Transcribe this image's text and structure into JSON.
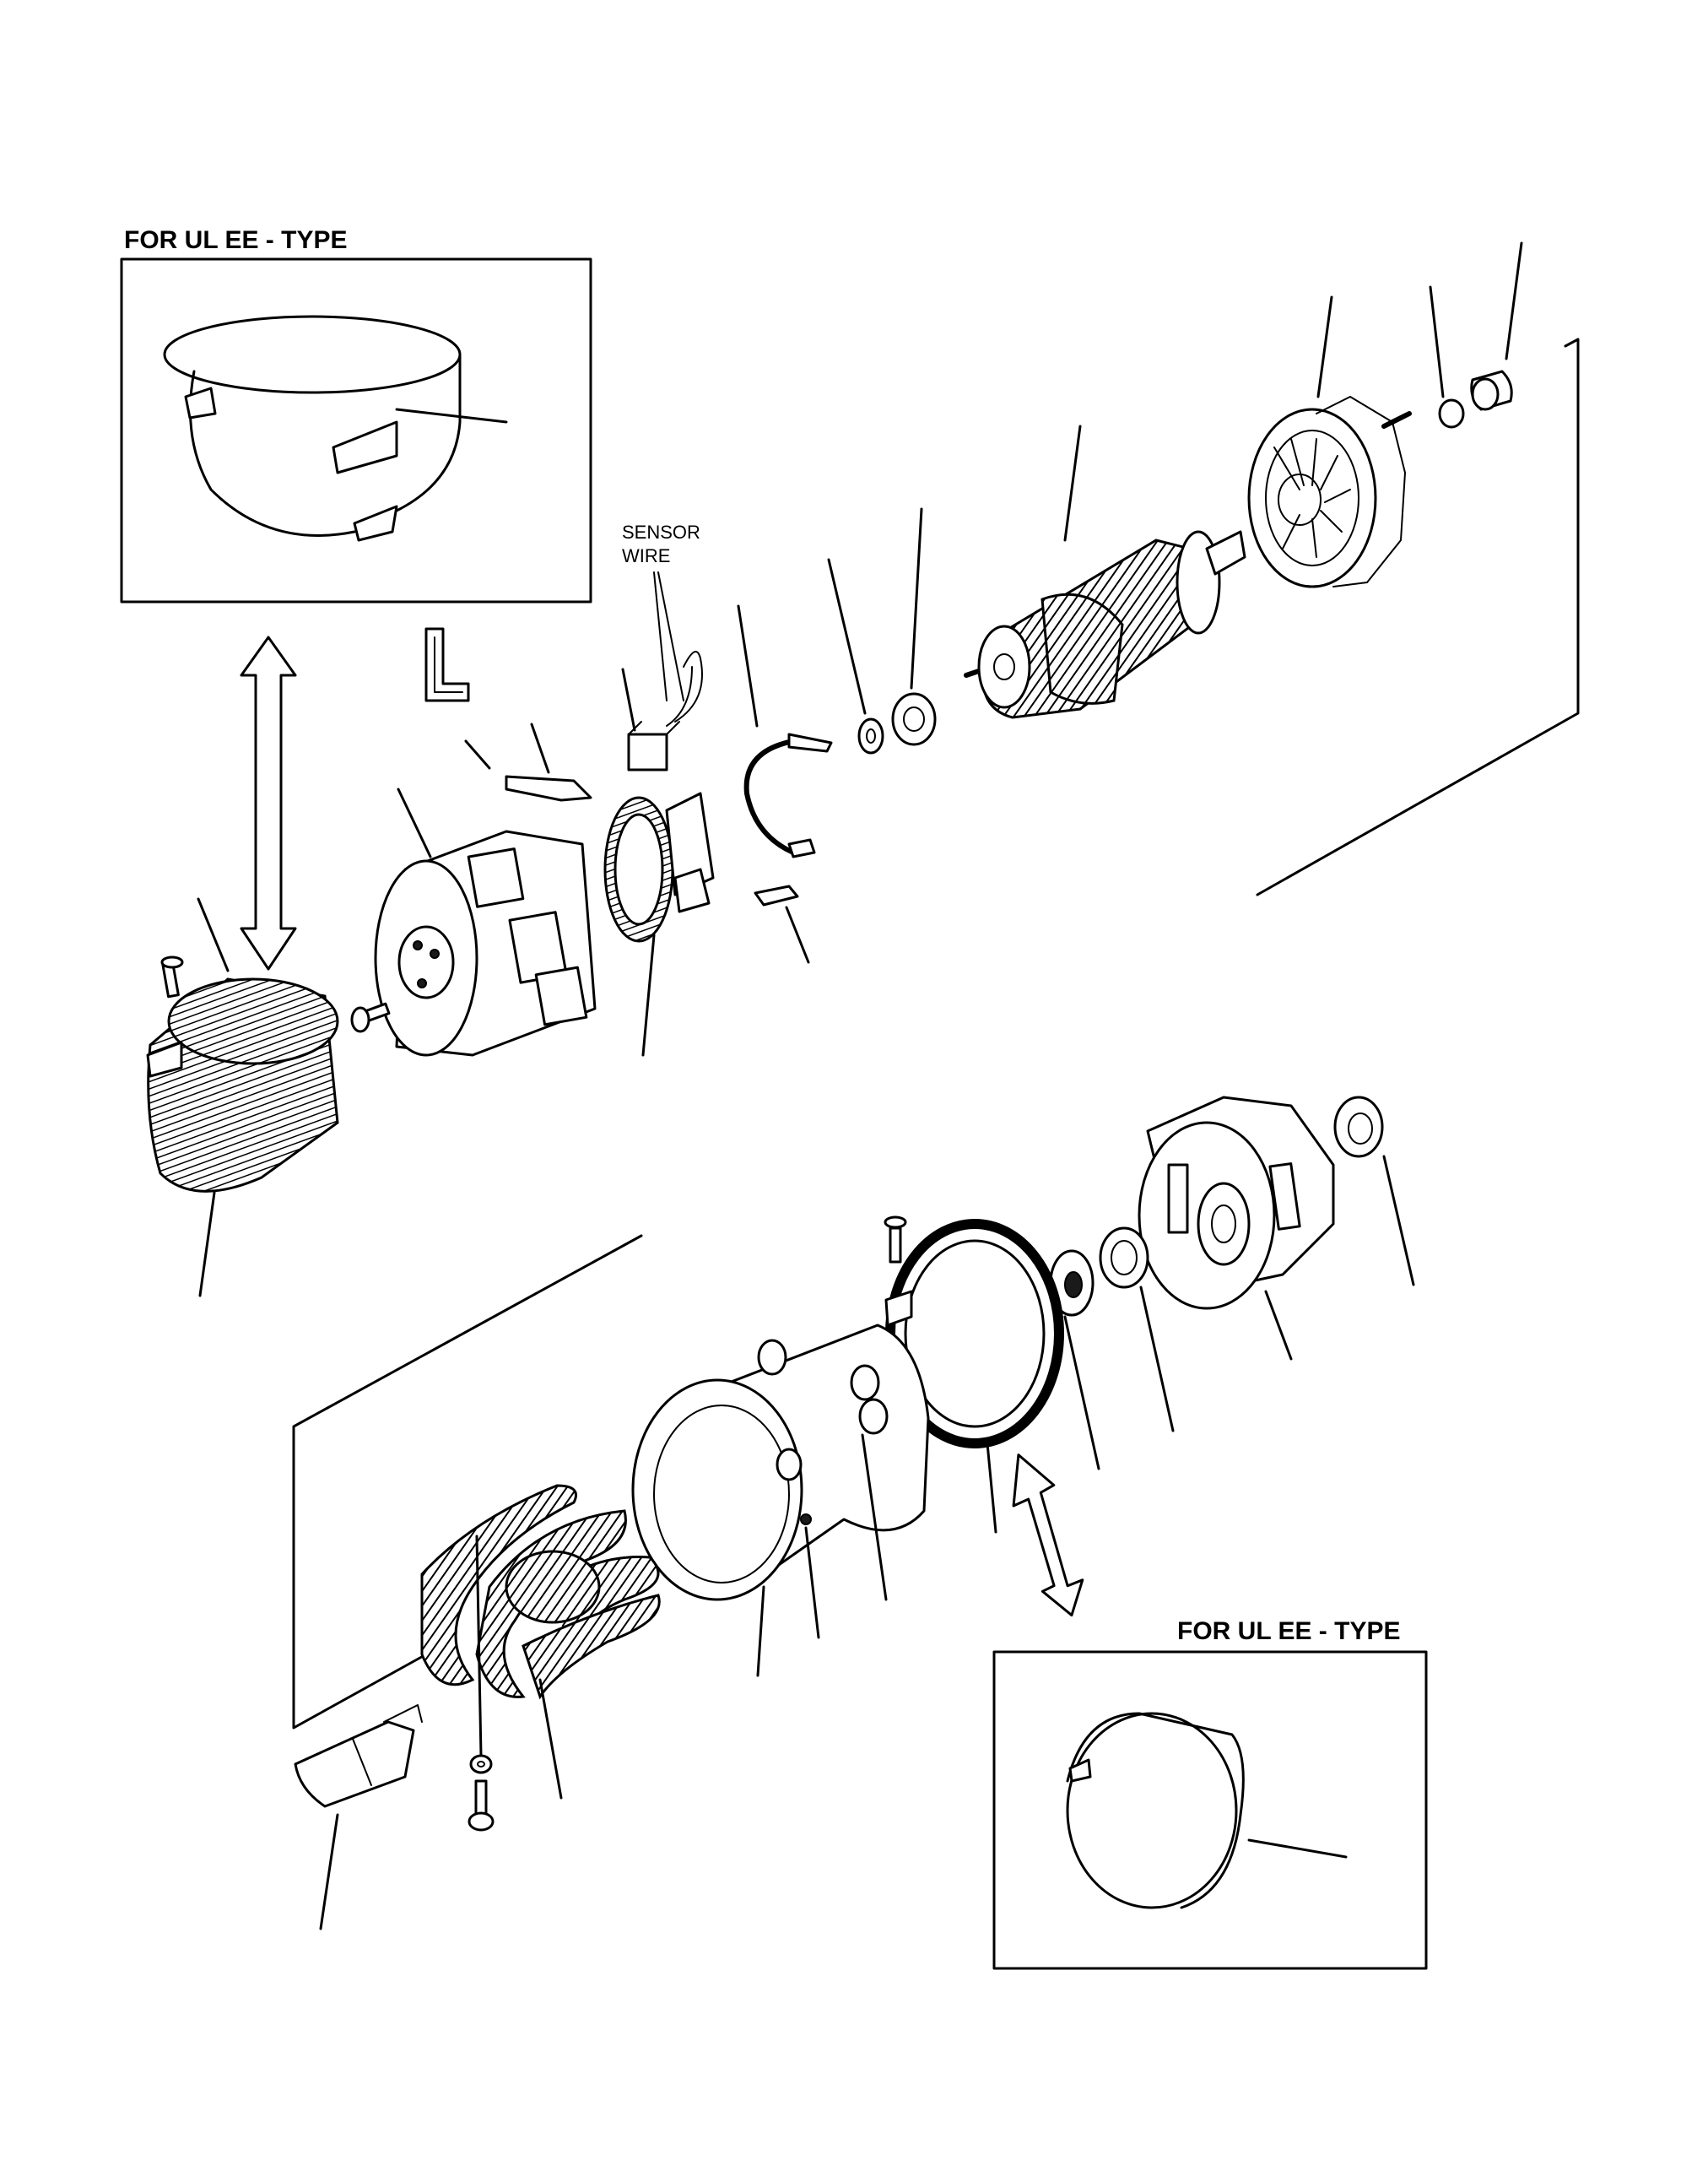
{
  "insets": {
    "top_title": "FOR UL EE - TYPE",
    "bottom_title": "FOR UL EE - TYPE"
  },
  "labels": {
    "sensor_line1": "SENSOR",
    "sensor_line2": "WIRE"
  }
}
